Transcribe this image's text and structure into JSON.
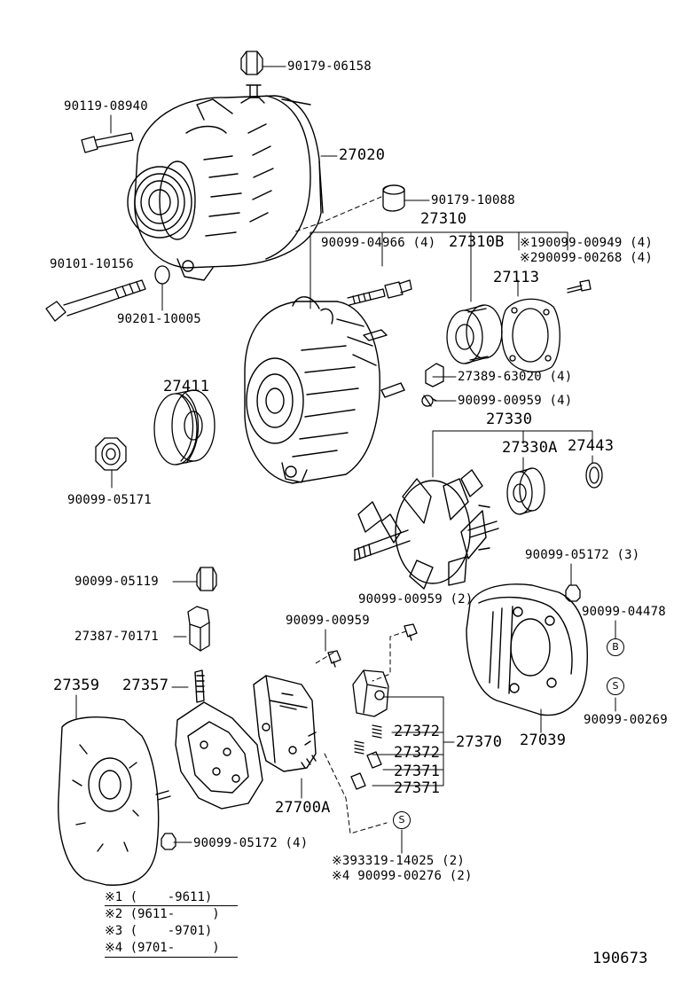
{
  "labels": {
    "p90179_06158": "90179-06158",
    "p90119_08940": "90119-08940",
    "p27020": "27020",
    "p90179_10088": "90179-10088",
    "p27310": "27310",
    "p90099_04966": "90099-04966 (4)",
    "p27310B": "27310B",
    "p190099_00949": "※190099-00949 (4)",
    "p290099_00268": "※290099-00268 (4)",
    "p90101_10156": "90101-10156",
    "p27113": "27113",
    "p90201_10005": "90201-10005",
    "p27411": "27411",
    "p27389_63020": "27389-63020 (4)",
    "p90099_00959_4": "90099-00959 (4)",
    "p27330": "27330",
    "p27330A": "27330A",
    "p27443": "27443",
    "p90099_05171": "90099-05171",
    "p90099_05172_3": "90099-05172 (3)",
    "p90099_05119": "90099-05119",
    "p90099_00959_2": "90099-00959 (2)",
    "p90099_04478": "90099-04478",
    "p27387_70171": "27387-70171",
    "p90099_00959": "90099-00959",
    "p27359": "27359",
    "p27357": "27357",
    "p27372_a": "27372",
    "p27370": "27370",
    "p27039": "27039",
    "p90099_00269": "90099-00269",
    "p27372_b": "27372",
    "p27371_a": "27371",
    "p27371_b": "27371",
    "p27700A": "27700A",
    "p90099_05172_4": "90099-05172 (4)",
    "p393319_14025": "※393319-14025 (2)",
    "p490099_00276": "※4 90099-00276 (2)"
  },
  "circled": {
    "b": "B",
    "s1": "S",
    "s2": "S"
  },
  "notes": [
    "※1 (    -9611)",
    "※2 (9611-     )",
    "※3 (    -9701)",
    "※4 (9701-     )"
  ],
  "diagram_id": "190673"
}
